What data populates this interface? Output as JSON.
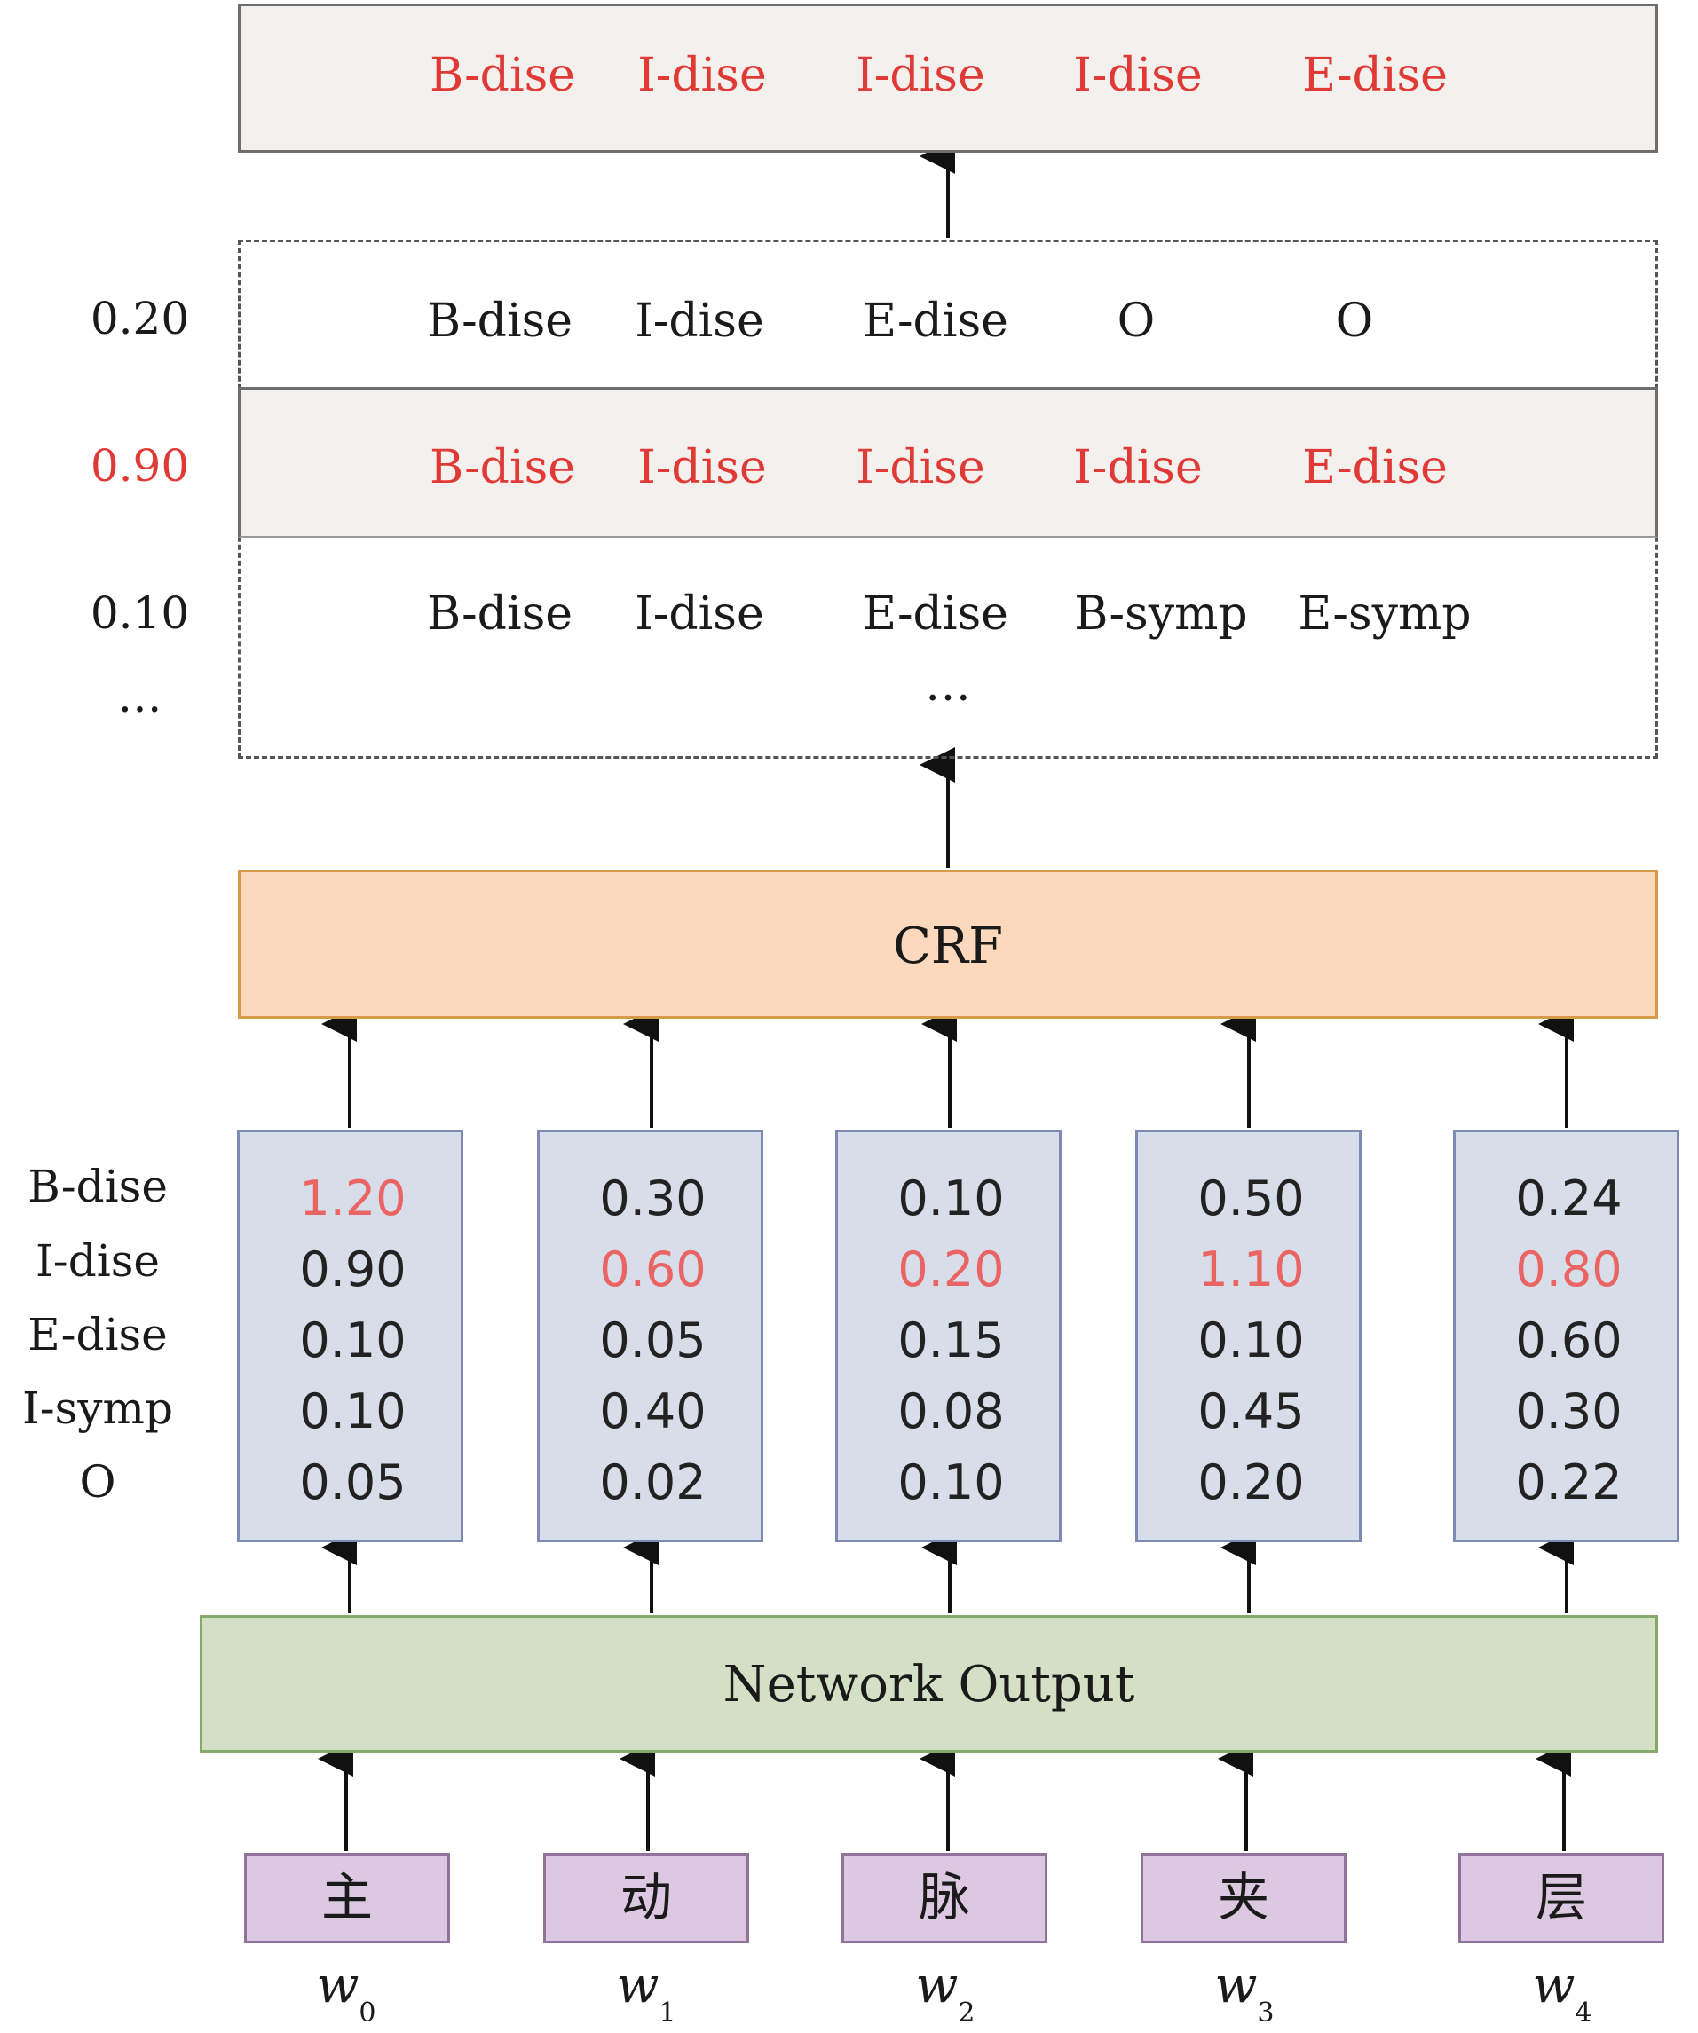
{
  "final_output": {
    "labels": [
      "B-dise",
      "I-dise",
      "I-dise",
      "I-dise",
      "E-dise"
    ]
  },
  "candidates": [
    {
      "prob": "0.20",
      "labels": [
        "B-dise",
        "I-dise",
        "E-dise",
        "O",
        "O"
      ]
    },
    {
      "prob": "0.90",
      "labels": [
        "B-dise",
        "I-dise",
        "I-dise",
        "I-dise",
        "E-dise"
      ]
    },
    {
      "prob": "0.10",
      "labels": [
        "B-dise",
        "I-dise",
        "E-dise",
        "B-symp",
        "E-symp"
      ]
    }
  ],
  "ellipsis_left": "…",
  "ellipsis_center": "…",
  "crf_label": "CRF",
  "tag_labels": [
    "B-dise",
    "I-dise",
    "E-dise",
    "I-symp",
    "O"
  ],
  "scores": [
    {
      "values": [
        "1.20",
        "0.90",
        "0.10",
        "0.10",
        "0.05"
      ]
    },
    {
      "values": [
        "0.30",
        "0.60",
        "0.05",
        "0.40",
        "0.02"
      ]
    },
    {
      "values": [
        "0.10",
        "0.20",
        "0.15",
        "0.08",
        "0.10"
      ]
    },
    {
      "values": [
        "0.50",
        "1.10",
        "0.10",
        "0.45",
        "0.20"
      ]
    },
    {
      "values": [
        "0.24",
        "0.80",
        "0.60",
        "0.30",
        "0.22"
      ]
    }
  ],
  "network_label": "Network Output",
  "chars": [
    "主",
    "动",
    "脉",
    "夹",
    "层"
  ],
  "words": [
    {
      "base": "w",
      "sub": "0"
    },
    {
      "base": "w",
      "sub": "1"
    },
    {
      "base": "w",
      "sub": "2"
    },
    {
      "base": "w",
      "sub": "3"
    },
    {
      "base": "w",
      "sub": "4"
    }
  ],
  "colors": {
    "highlight": "#e03a36",
    "score_highlight": "#ea6464",
    "crf_fill": "#fcd8bc",
    "network_fill": "#d3e0c6",
    "score_fill": "#d8dee9",
    "char_fill": "#dcc8e0"
  }
}
